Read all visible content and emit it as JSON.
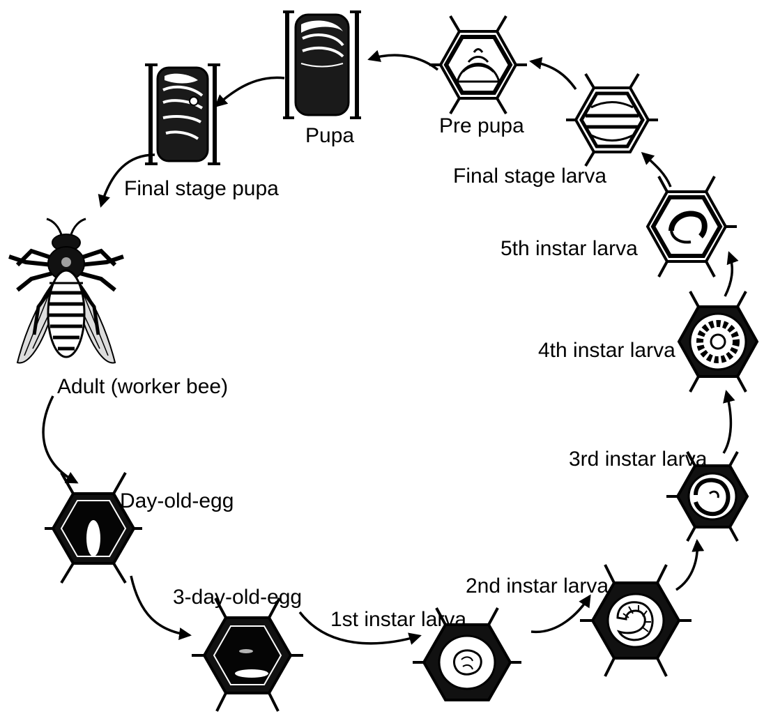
{
  "stages": [
    {
      "id": "day-old-egg",
      "label": "Day-old-egg",
      "icon": "hex-cell-egg-upright-icon"
    },
    {
      "id": "3-day-old-egg",
      "label": "3-day-old-egg",
      "icon": "hex-cell-egg-lying-icon"
    },
    {
      "id": "1st-instar-larva",
      "label": "1st instar larva",
      "icon": "hex-cell-small-larva-icon"
    },
    {
      "id": "2nd-instar-larva",
      "label": "2nd instar larva",
      "icon": "hex-cell-curled-larva-icon"
    },
    {
      "id": "3rd-instar-larva",
      "label": "3rd instar larva",
      "icon": "hex-cell-larva-icon"
    },
    {
      "id": "4th-instar-larva",
      "label": "4th instar larva",
      "icon": "hex-cell-larva-ring-icon"
    },
    {
      "id": "5th-instar-larva",
      "label": "5th instar larva",
      "icon": "hex-cell-large-larva-icon"
    },
    {
      "id": "final-stage-larva",
      "label": "Final stage larva",
      "icon": "hex-cell-stretched-larva-icon"
    },
    {
      "id": "pre-pupa",
      "label": "Pre pupa",
      "icon": "hex-cell-capped-prepupa-icon"
    },
    {
      "id": "pupa",
      "label": "Pupa",
      "icon": "side-cell-pupa-icon"
    },
    {
      "id": "final-stage-pupa",
      "label": "Final stage pupa",
      "icon": "side-cell-developed-pupa-icon"
    },
    {
      "id": "adult",
      "label": "Adult (worker bee)",
      "icon": "worker-bee-icon"
    }
  ]
}
